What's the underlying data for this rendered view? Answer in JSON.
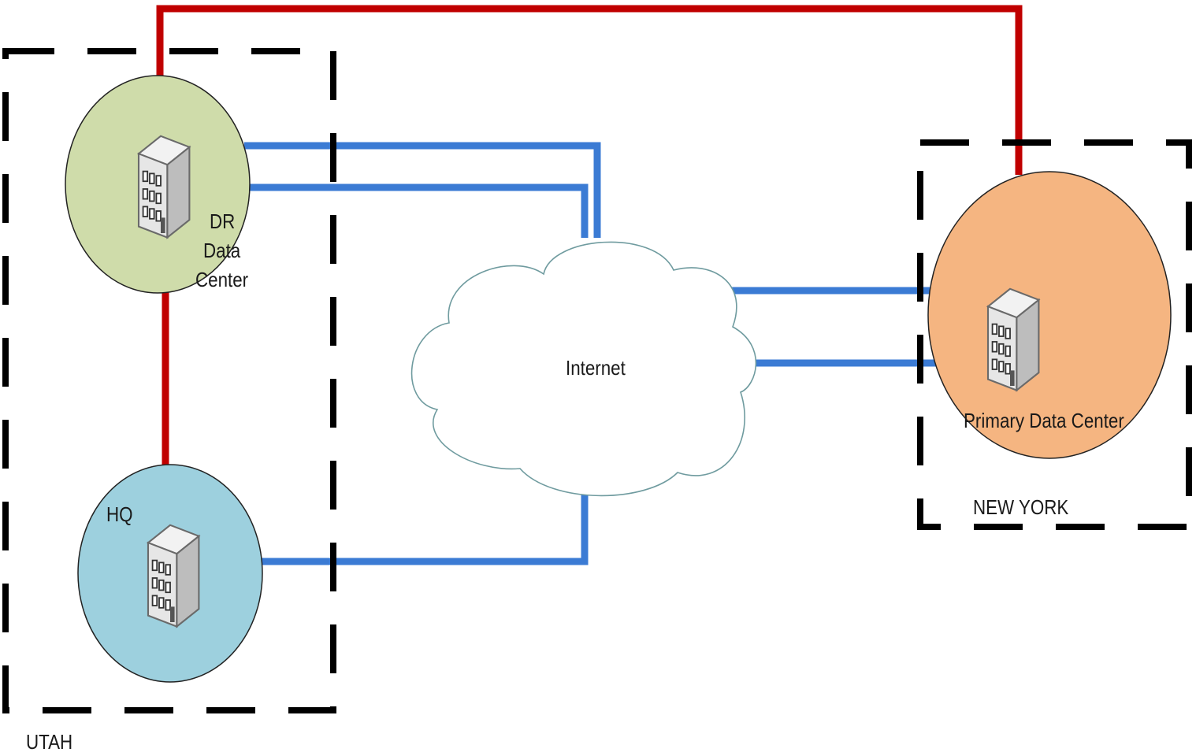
{
  "regions": {
    "utah": {
      "label": "UTAH"
    },
    "new_york": {
      "label": "NEW YORK"
    }
  },
  "nodes": {
    "dr": {
      "label_lines": [
        "DR",
        "Data",
        "Center"
      ],
      "color": "#cfdcaa",
      "icon": "server-building-icon"
    },
    "hq": {
      "label": "HQ",
      "color": "#9dd0de",
      "icon": "server-building-icon"
    },
    "primary": {
      "label": "Primary Data Center",
      "color": "#f5b581",
      "icon": "server-building-icon"
    },
    "internet": {
      "label": "Internet",
      "icon": "cloud-icon"
    }
  },
  "links": {
    "private_color": "#c00000",
    "internet_color": "#3b7bd4"
  }
}
